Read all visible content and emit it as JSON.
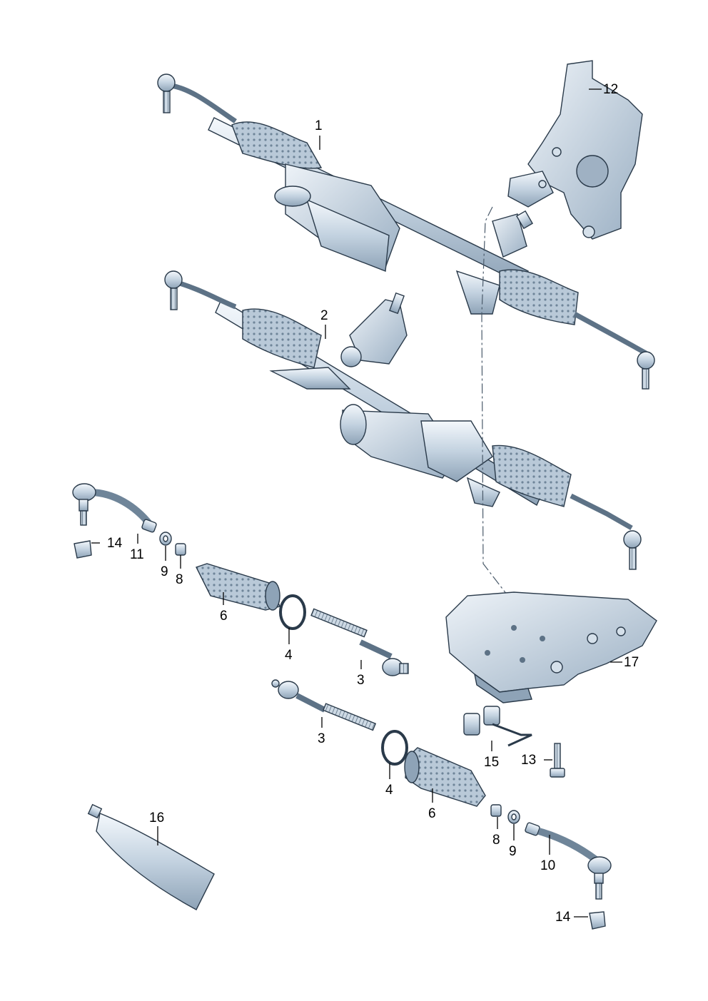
{
  "callouts": {
    "c1": "1",
    "c2": "2",
    "c3a": "3",
    "c3b": "3",
    "c4a": "4",
    "c4b": "4",
    "c6a": "6",
    "c6b": "6",
    "c8a": "8",
    "c8b": "8",
    "c9a": "9",
    "c9b": "9",
    "c10": "10",
    "c11": "11",
    "c12": "12",
    "c13": "13",
    "c14a": "14",
    "c14b": "14",
    "c15": "15",
    "c16": "16",
    "c17": "17"
  },
  "colors": {
    "metal_light": "#e6eef6",
    "metal_mid": "#b7c8d8",
    "metal_dark": "#7b92a8",
    "outline": "#2a3a4a",
    "boot": "#9fb3c6"
  }
}
